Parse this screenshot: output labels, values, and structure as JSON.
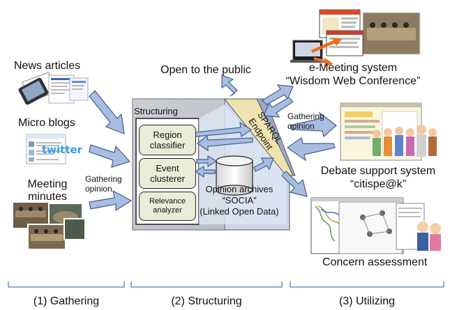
{
  "sources": {
    "news": "News articles",
    "micro_blogs": "Micro blogs",
    "twitter_logo": "twitter",
    "meeting_line1": "Meeting",
    "meeting_line2": "minutes",
    "gathering_line1": "Gathering",
    "gathering_line2": "opinion"
  },
  "structuring": {
    "title": "Structuring",
    "region_line1": "Region",
    "region_line2": "classifier",
    "event_line1": "Event",
    "event_line2": "clusterer",
    "relevance_line1": "Relevance",
    "relevance_line2": "analyzer",
    "sparql_line1": "SPARQL",
    "sparql_line2": "Endpoint"
  },
  "archive": {
    "line1": "Opinion archives",
    "line2": "“SOCIA”",
    "line3": "(Linked Open Data)"
  },
  "outputs": {
    "public": "Open to the public",
    "emeeting_line1": "e-Meeting system",
    "emeeting_line2": "“Wisdom Web Conference”",
    "gathering_line1": "Gathering",
    "gathering_line2": "opinion",
    "debate_line1": "Debate support system",
    "debate_line2": "“citispe@k”",
    "concern": "Concern assessment"
  },
  "phases": [
    "(1) Gathering",
    "(2) Structuring",
    "(3) Utilizing"
  ],
  "colors": {
    "arrow_fill": "#a9bde0",
    "arrow_stroke": "#3f5f8f",
    "panel_gray": "#c8c8c8",
    "panel_blue": "#c5d3ec",
    "sparql_band": "#efe3b0",
    "module_fill": "#e9ecd6",
    "cylinder": "#e8e8e8",
    "brace": "#6b8fc7"
  }
}
